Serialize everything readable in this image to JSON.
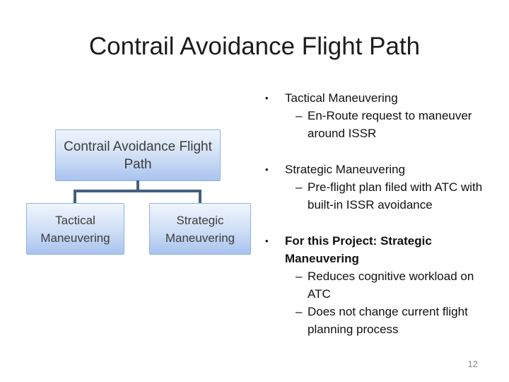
{
  "slide": {
    "title": "Contrail Avoidance Flight Path",
    "page_number": "12"
  },
  "markers": {
    "bullet": "•",
    "dash": "–"
  },
  "diagram": {
    "root_label": "Contrail Avoidance Flight Path",
    "children": [
      {
        "label": "Tactical Maneuvering"
      },
      {
        "label": "Strategic Maneuvering"
      }
    ]
  },
  "bullets": [
    {
      "title": "Tactical Maneuvering",
      "subs": [
        "En-Route request to maneuver around ISSR"
      ]
    },
    {
      "title": "Strategic Maneuvering",
      "subs": [
        "Pre-flight plan filed with ATC with built-in ISSR avoidance"
      ]
    },
    {
      "title": "For this Project: Strategic Maneuvering",
      "subs": [
        "Reduces cognitive workload on ATC",
        "Does not change current flight planning process"
      ]
    }
  ],
  "colors": {
    "box_border": "#8db3e2",
    "box_fill_top": "#f0f5fd",
    "box_fill_bottom": "#a8c3ee",
    "connector": "#44607f",
    "title_text": "#1c1c1c",
    "body_text": "#111111",
    "page_number_text": "#8a8a8a"
  }
}
